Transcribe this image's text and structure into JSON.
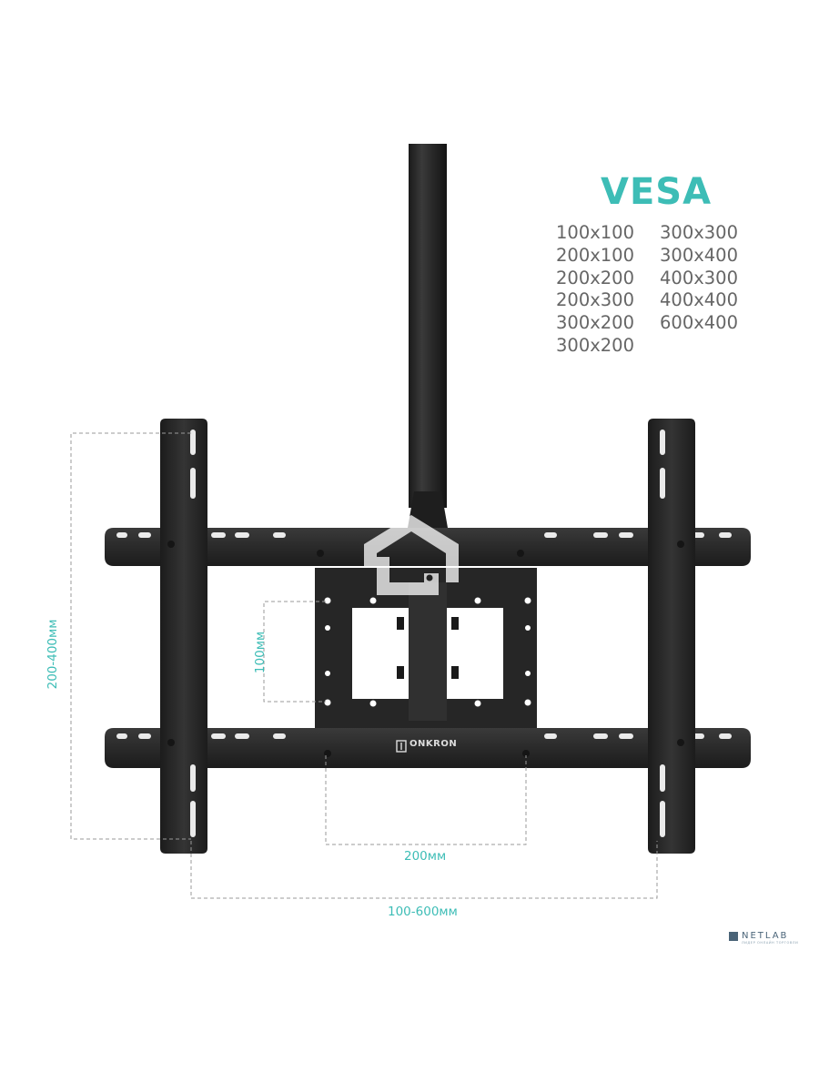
{
  "vesa": {
    "title": "VESA",
    "left_column": [
      "100x100",
      "200x100",
      "200x200",
      "200x300",
      "300x200",
      "300x200"
    ],
    "right_column": [
      "300x300",
      "300x400",
      "400x300",
      "400x400",
      "600x400"
    ]
  },
  "dimensions": {
    "vertical_range": "200-400мм",
    "inner_height": "100мм",
    "inner_width": "200мм",
    "horizontal_range": "100-600мм"
  },
  "brand_label": "ONKRON",
  "watermark": {
    "name": "NETLAB",
    "tagline": "ЛИДЕР ОНЛАЙН ТОРГОВЛИ"
  },
  "colors": {
    "accent": "#3dbdb6",
    "text_gray": "#666666",
    "metal": "#2b2b2b",
    "metal_dark": "#181818",
    "dash": "#9a9a9a",
    "netlab": "#4a6478"
  }
}
